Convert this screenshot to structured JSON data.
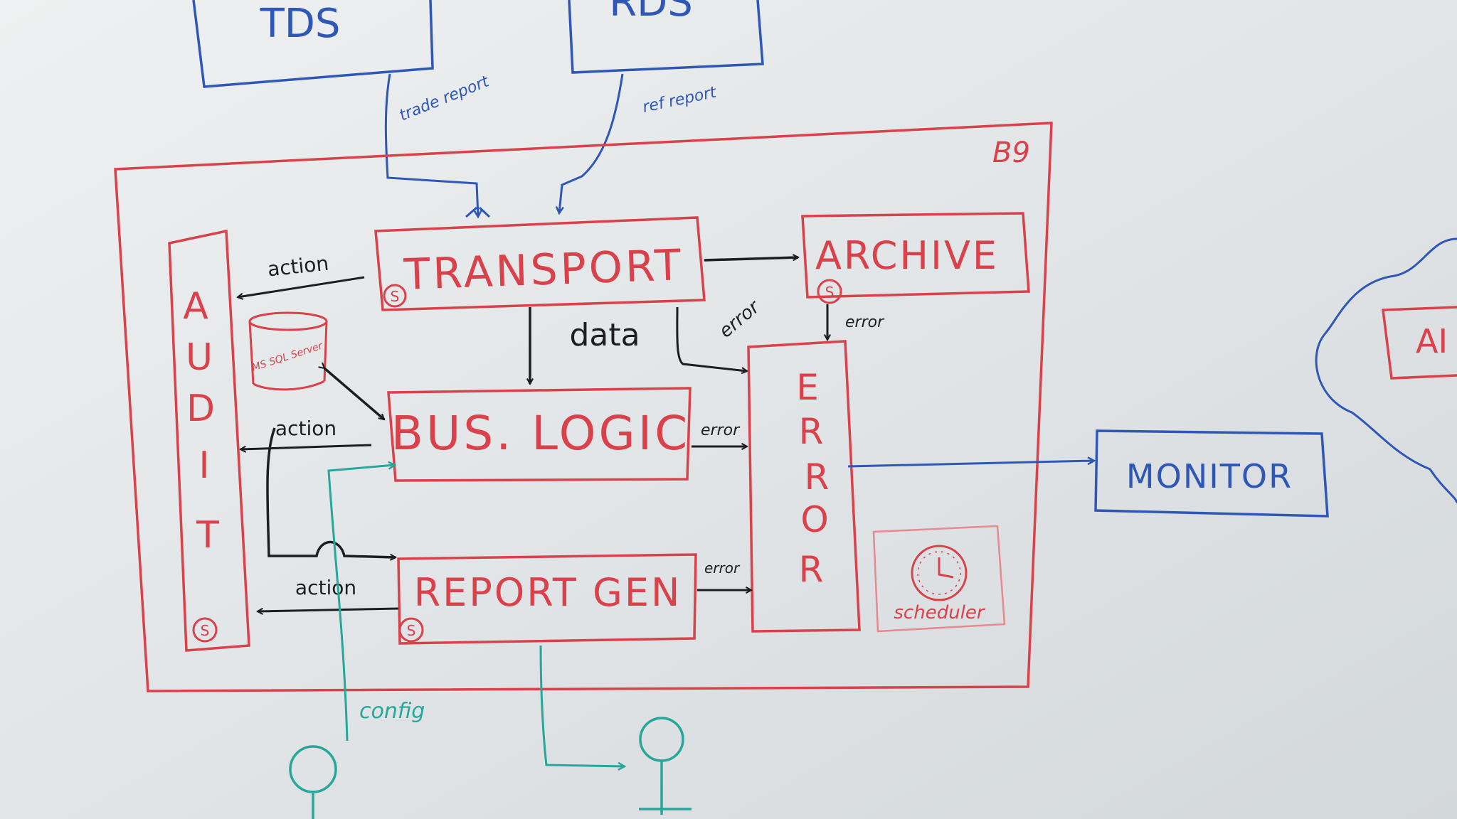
{
  "colors": {
    "background": "#dfe3e5",
    "red": "#d9414b",
    "blue": "#2f57b5",
    "black": "#1d1d22",
    "teal": "#27a79a"
  },
  "labels": {
    "tds": "TDS",
    "rds": "RDS",
    "trade_report": "trade report",
    "ref_report": "ref report",
    "system_tag": "B9",
    "transport": "TRANSPORT",
    "archive": "ARCHIVE",
    "data": "data",
    "error_transport": "error",
    "error_archive": "error",
    "error_bus": "error",
    "error_report": "error",
    "bus_logic": "BUS. LOGIC",
    "report_gen": "REPORT GEN",
    "audit_letters": [
      "A",
      "U",
      "D",
      "I",
      "T"
    ],
    "error_letters": [
      "E",
      "R",
      "R",
      "O",
      "R"
    ],
    "action_1": "action",
    "action_2": "action",
    "action_3": "action",
    "ms_sql": "MS SQL Server",
    "scheduler": "scheduler",
    "monitor": "MONITOR",
    "config": "config",
    "cloud_partial": "AI",
    "s_mark": "S"
  }
}
